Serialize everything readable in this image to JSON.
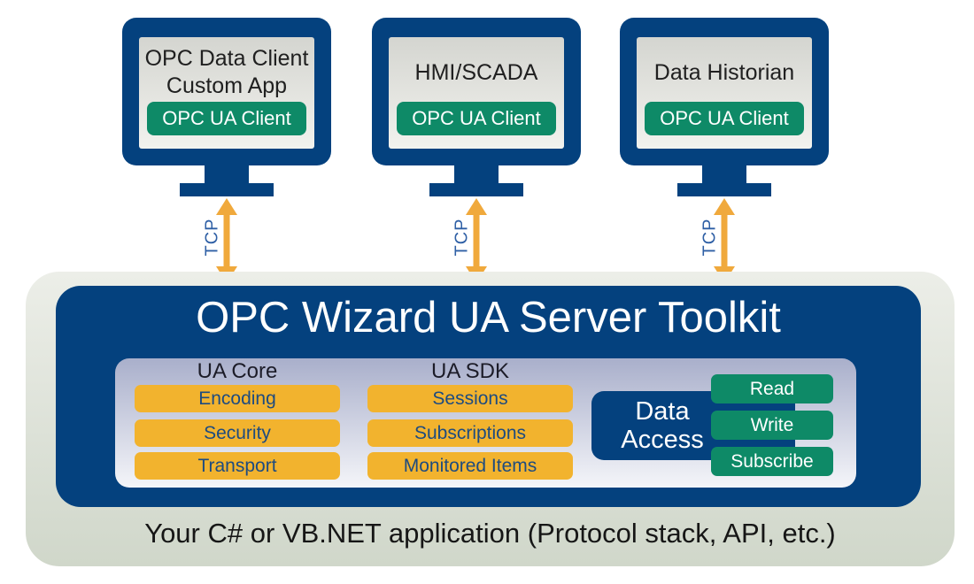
{
  "clients": [
    {
      "label_lines": [
        "OPC Data Client",
        "Custom App"
      ],
      "badge": "OPC UA Client"
    },
    {
      "label_lines": [
        "HMI/SCADA"
      ],
      "badge": "OPC UA Client"
    },
    {
      "label_lines": [
        "Data Historian"
      ],
      "badge": "OPC UA Client"
    }
  ],
  "connections": [
    {
      "label": "TCP"
    },
    {
      "label": "TCP"
    },
    {
      "label": "TCP"
    }
  ],
  "server": {
    "title": "OPC Wizard UA Server Toolkit",
    "ua_core": {
      "header": "UA Core",
      "items": [
        "Encoding",
        "Security",
        "Transport"
      ]
    },
    "ua_sdk": {
      "header": "UA SDK",
      "items": [
        "Sessions",
        "Subscriptions",
        "Monitored Items"
      ]
    },
    "data_access": {
      "label_lines": [
        "Data",
        "Access"
      ],
      "operations": [
        "Read",
        "Write",
        "Subscribe"
      ]
    }
  },
  "caption": "Your C# or VB.NET application (Protocol stack, API, etc.)",
  "colors": {
    "navy": "#04417E",
    "green": "#0E8A67",
    "gold": "#F2B32E",
    "arrow": "#F0A93C",
    "tcp_text": "#2E5FA5",
    "bar_text": "#1D4B80",
    "outer_top": "#ECEEE8",
    "outer_bottom": "#D0D7CA",
    "panel_top": "#A9AFCB",
    "panel_bottom": "#F4F5F9",
    "screen_top": "#D4D5D0",
    "screen_bottom": "#F2F2EE"
  }
}
